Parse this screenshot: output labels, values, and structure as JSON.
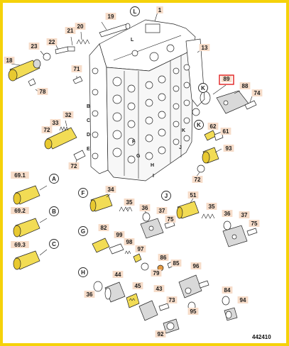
{
  "diagram": {
    "figure_number": "442410",
    "highlight_color": "#e02020",
    "label_bg": "#f6dcc9",
    "frame_color": "#f5d20a",
    "part_labels": [
      {
        "id": "p1",
        "text": "1"
      },
      {
        "id": "p13",
        "text": "13"
      },
      {
        "id": "p19",
        "text": "19"
      },
      {
        "id": "p20",
        "text": "20"
      },
      {
        "id": "p21",
        "text": "21"
      },
      {
        "id": "p22",
        "text": "22"
      },
      {
        "id": "p23",
        "text": "23"
      },
      {
        "id": "p18",
        "text": "18"
      },
      {
        "id": "p78",
        "text": "78"
      },
      {
        "id": "p71",
        "text": "71"
      },
      {
        "id": "p89",
        "text": "89"
      },
      {
        "id": "p88",
        "text": "88"
      },
      {
        "id": "p74",
        "text": "74"
      },
      {
        "id": "p72a",
        "text": "72"
      },
      {
        "id": "p33",
        "text": "33"
      },
      {
        "id": "p32",
        "text": "32"
      },
      {
        "id": "p72b",
        "text": "72"
      },
      {
        "id": "p62",
        "text": "62"
      },
      {
        "id": "p61",
        "text": "61"
      },
      {
        "id": "p93",
        "text": "93"
      },
      {
        "id": "p72c",
        "text": "72"
      },
      {
        "id": "p691",
        "text": "69.1"
      },
      {
        "id": "p692",
        "text": "69.2"
      },
      {
        "id": "p693",
        "text": "69.3"
      },
      {
        "id": "p34",
        "text": "34"
      },
      {
        "id": "p35a",
        "text": "35"
      },
      {
        "id": "p36a",
        "text": "36"
      },
      {
        "id": "p37a",
        "text": "37"
      },
      {
        "id": "p75a",
        "text": "75"
      },
      {
        "id": "p51",
        "text": "51"
      },
      {
        "id": "p35b",
        "text": "35"
      },
      {
        "id": "p36b",
        "text": "36"
      },
      {
        "id": "p37b",
        "text": "37"
      },
      {
        "id": "p75b",
        "text": "75"
      },
      {
        "id": "p82",
        "text": "82"
      },
      {
        "id": "p99",
        "text": "99"
      },
      {
        "id": "p98",
        "text": "98"
      },
      {
        "id": "p97",
        "text": "97"
      },
      {
        "id": "p86",
        "text": "86"
      },
      {
        "id": "p85",
        "text": "85"
      },
      {
        "id": "p79",
        "text": "79"
      },
      {
        "id": "p96",
        "text": "96"
      },
      {
        "id": "p44",
        "text": "44"
      },
      {
        "id": "p43",
        "text": "43"
      },
      {
        "id": "p36c",
        "text": "36"
      },
      {
        "id": "p45",
        "text": "45"
      },
      {
        "id": "p73",
        "text": "73"
      },
      {
        "id": "p95",
        "text": "95"
      },
      {
        "id": "p84",
        "text": "84"
      },
      {
        "id": "p94",
        "text": "94"
      },
      {
        "id": "p92",
        "text": "92"
      }
    ],
    "section_markers": [
      {
        "id": "sL",
        "text": "L"
      },
      {
        "id": "sK1",
        "text": "K"
      },
      {
        "id": "sK2",
        "text": "K"
      },
      {
        "id": "sA",
        "text": "A"
      },
      {
        "id": "sB",
        "text": "B"
      },
      {
        "id": "sC",
        "text": "C"
      },
      {
        "id": "sF",
        "text": "F"
      },
      {
        "id": "sJ",
        "text": "J"
      },
      {
        "id": "sG",
        "text": "G"
      },
      {
        "id": "sH",
        "text": "H"
      }
    ],
    "valve_port_letters": [
      {
        "id": "vB",
        "text": "B"
      },
      {
        "id": "vC",
        "text": "C"
      },
      {
        "id": "vD",
        "text": "D"
      },
      {
        "id": "vE",
        "text": "E"
      },
      {
        "id": "vF",
        "text": "F"
      },
      {
        "id": "vG",
        "text": "G"
      },
      {
        "id": "vH",
        "text": "H"
      },
      {
        "id": "vI",
        "text": "I"
      },
      {
        "id": "vK",
        "text": "K"
      },
      {
        "id": "vJ",
        "text": "J"
      },
      {
        "id": "vL",
        "text": "L"
      }
    ]
  }
}
